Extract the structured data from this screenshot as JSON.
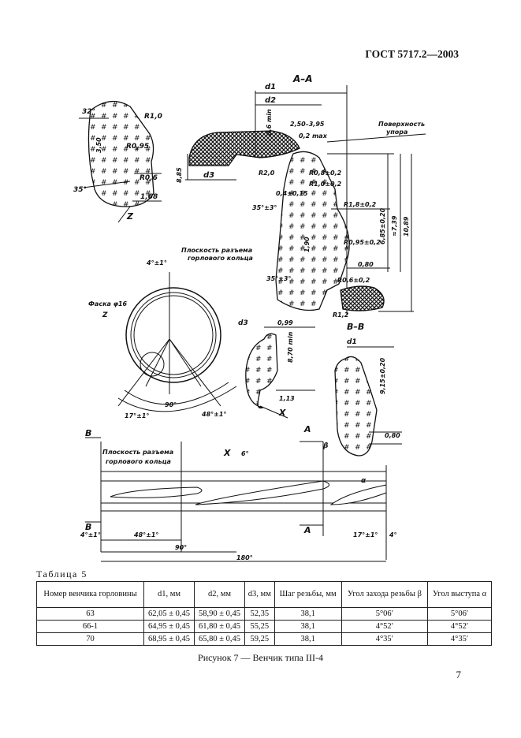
{
  "header": {
    "standard": "ГОСТ 5717.2—2003"
  },
  "drawing": {
    "section_aa": "А–А",
    "section_bb": "В–В",
    "detail_z": "Z",
    "detail_x": "X",
    "dims": {
      "d1": "d1",
      "d2": "d2",
      "d3": "d3",
      "angle32": "32°",
      "r10": "R1,0",
      "r095": "R0,95",
      "r06": "R0,6",
      "d350": "3,50",
      "angle35": "35°",
      "d168": "1,68",
      "d885": "8,85",
      "d06min": "0,6 min",
      "d250395": "2,50–3,95",
      "d02max": "0,2 max",
      "surface": "Поверхность",
      "surface2": "упора",
      "r20": "R2,0",
      "r08": "R0,8±0,2",
      "r10b": "R1,0±0,2",
      "d04": "0,4±0,15",
      "r18": "R1,8±0,2",
      "a35": "35°±3°",
      "d190": "1,90",
      "r095b": "R0,95±0,2",
      "d685": "6,85±0,20",
      "d739": "≈7,39",
      "d1089": "10,89",
      "d080": "0,80",
      "a35b": "35°±3°",
      "r06b": "R0,6±0,2",
      "r12": "R1,2",
      "plane1": "Плоскость разъема",
      "plane2": "горлового кольца",
      "a4": "4°±1°",
      "chamfer": "Фаска φ16",
      "a90": "90°",
      "a17": "17°±1°",
      "a48": "48°±1°",
      "d099": "0,99",
      "d870": "8,70 min",
      "d113": "1,13",
      "d915": "9,15±0,20",
      "d080b": "0,80",
      "B": "В",
      "A": "А",
      "beta": "β",
      "alpha": "α",
      "a6": "6°",
      "a4b": "4°±1°",
      "a48b": "48°±1°",
      "a90b": "90°",
      "a180": "180°",
      "a17b": "17°±1°",
      "a4c": "4°"
    }
  },
  "table": {
    "caption": "Таблица 5",
    "headers": [
      "Номер венчика горловины",
      "d1, мм",
      "d2, мм",
      "d3, мм",
      "Шаг резьбы, мм",
      "Угол захода резьбы β",
      "Угол выступа α"
    ],
    "rows": [
      [
        "63",
        "62,05 ± 0,45",
        "58,90 ± 0,45",
        "52,35",
        "38,1",
        "5°06′",
        "5°06′"
      ],
      [
        "66-1",
        "64,95 ± 0,45",
        "61,80 ± 0,45",
        "55,25",
        "38,1",
        "4°52′",
        "4°52′"
      ],
      [
        "70",
        "68,95 ± 0,45",
        "65,80 ± 0,45",
        "59,25",
        "38,1",
        "4°35′",
        "4°35′"
      ]
    ]
  },
  "figure_caption": "Рисунок 7 — Венчик типа III-4",
  "page_number": "7"
}
